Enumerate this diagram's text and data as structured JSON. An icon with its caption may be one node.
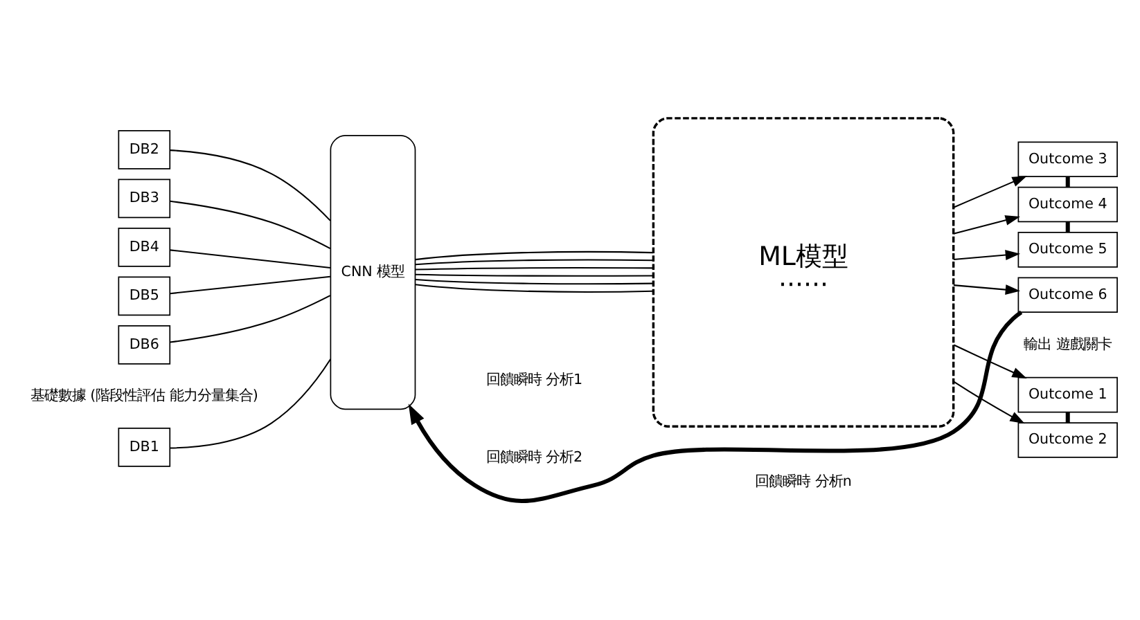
{
  "diagram": {
    "nodes": [
      {
        "text": [
          "DB1"
        ]
      },
      {
        "text": [
          "DB2"
        ]
      },
      {
        "text": [
          "DB3"
        ]
      },
      {
        "text": [
          "DB4"
        ]
      },
      {
        "text": [
          "DB5"
        ]
      },
      {
        "text": [
          "DB6"
        ]
      },
      {
        "text": [
          "CNN 模型"
        ]
      },
      {
        "text": [
          "ML模型",
          "······"
        ]
      },
      {
        "text": [
          "Outcome 1"
        ]
      },
      {
        "text": [
          "Outcome 2"
        ]
      },
      {
        "text": [
          "Outcome 3"
        ]
      },
      {
        "text": [
          "Outcome 4"
        ]
      },
      {
        "text": [
          "Outcome 5"
        ]
      },
      {
        "text": [
          "Outcome 6"
        ]
      }
    ],
    "edges": [
      {
        "from": 0,
        "to": 6,
        "arrow": "none"
      },
      {
        "from": 1,
        "to": 6,
        "arrow": "none"
      },
      {
        "from": 2,
        "to": 6,
        "arrow": "none"
      },
      {
        "from": 3,
        "to": 6,
        "arrow": "none"
      },
      {
        "from": 4,
        "to": 6,
        "arrow": "none"
      },
      {
        "from": 5,
        "to": 6,
        "arrow": "none"
      },
      {
        "from": 6,
        "to": 7,
        "arrow": "none"
      },
      {
        "from": 6,
        "to": 7,
        "arrow": "none"
      },
      {
        "from": 6,
        "to": 7,
        "arrow": "none"
      },
      {
        "from": 6,
        "to": 7,
        "arrow": "none"
      },
      {
        "from": 6,
        "to": 7,
        "arrow": "none"
      },
      {
        "from": 6,
        "to": 7,
        "arrow": "none"
      },
      {
        "from": 7,
        "to": 8,
        "arrow": "to"
      },
      {
        "from": 7,
        "to": 9,
        "arrow": "to"
      },
      {
        "from": 7,
        "to": 10,
        "arrow": "to"
      },
      {
        "from": 7,
        "to": 11,
        "arrow": "to"
      },
      {
        "from": 7,
        "to": 12,
        "arrow": "to"
      },
      {
        "from": 7,
        "to": 13,
        "arrow": "to"
      },
      {
        "from": 8,
        "to": 9,
        "arrow": "none",
        "style": "thick"
      },
      {
        "from": 10,
        "to": 11,
        "arrow": "none",
        "style": "thick"
      },
      {
        "from": 11,
        "to": 12,
        "arrow": "none",
        "style": "thick"
      },
      {
        "from": 13,
        "to": 6,
        "arrow": "to",
        "style": "thick"
      }
    ],
    "labels": [
      "基礎數據 (階段性評估 能力分量集合)",
      "回饋瞬時 分析1",
      "回饋瞬時 分析2",
      "回饋瞬時 分析n",
      "輸出 遊戲關卡"
    ]
  }
}
